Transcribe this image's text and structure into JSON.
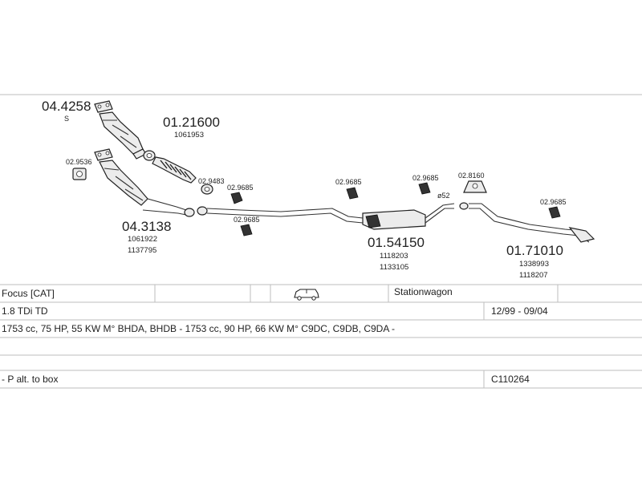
{
  "parts": {
    "p1": {
      "code": "04.4258",
      "sub": "S"
    },
    "p2": {
      "code": "01.21600",
      "ref": "1061953"
    },
    "p3": {
      "code": "04.3138",
      "ref1": "1061922",
      "ref2": "1137795"
    },
    "p4": {
      "code": "01.54150",
      "ref1": "1118203",
      "ref2": "1133105"
    },
    "p5": {
      "code": "01.71010",
      "ref1": "1338993",
      "ref2": "1118207"
    }
  },
  "fittings": {
    "f1": "02.9536",
    "f2": "02.9483",
    "f3": "02.9685",
    "f4": "02.9685",
    "f5": "02.9685",
    "f6": "02.9685",
    "f7": "02.8160",
    "f8": "02.9685",
    "dia": "ø52"
  },
  "table": {
    "model": "Focus  [CAT]",
    "body": "Stationwagon",
    "engine": "1.8 TDi TD",
    "dates": "12/99 - 09/04",
    "specs": "1753 cc, 75 HP, 55 KW M° BHDA, BHDB - 1753 cc, 90 HP, 66 KW M° C9DC, C9DB, C9DA -",
    "note": "- P alt. to box",
    "code": "C110264"
  },
  "icons": {
    "vehicle": "station-wagon-icon"
  }
}
